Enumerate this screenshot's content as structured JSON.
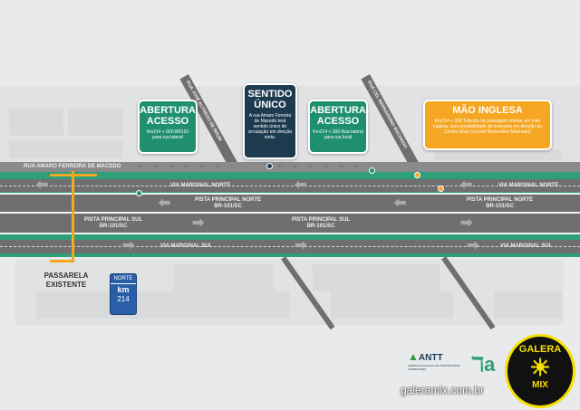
{
  "streets": {
    "rua_amaro": "RUA AMARO FERREIRA DE MACEDO",
    "rua_jose": "RUA JOSÉ ALFREDO DE BRUM",
    "rua_cel": "RUA CEL BERNARDINO MACHADO"
  },
  "roads": {
    "via_marginal_norte": "VIA MARGINAL NORTE",
    "pista_norte": "PISTA PRINCIPAL NORTE",
    "pista_sul": "PISTA PRINCIPAL SUL",
    "br": "BR-101/SC",
    "via_marginal_sul": "VIA MARGINAL SUL"
  },
  "callouts": [
    {
      "title": "ABERTURA ACESSO",
      "text": "Km214 + 000 BR101 para rua lateral",
      "color": "#1f8f6e"
    },
    {
      "title": "SENTIDO ÚNICO",
      "text": "A rua Amaro Ferreira de Macedo terá sentido único de circulação em direção norte.",
      "color": "#1d3b4f"
    },
    {
      "title": "ABERTURA ACESSO",
      "text": "Km214 + 300 Rua lateral para rua local",
      "color": "#1f8f6e"
    },
    {
      "title": "MÃO INGLESA",
      "text": "Km214 + 300 Trânsito na passagem inferior em mão inglesa, sem possibilidade de travessia em direção ao Centro (Rua Coronel Bernardino Machado)",
      "color": "#f5a623"
    }
  ],
  "passarela": "PASSARELA EXISTENTE",
  "sign": {
    "dir": "NORTE",
    "km": "km",
    "num": "214"
  },
  "logos": {
    "antt": "ANTT",
    "antt_sub": "AGÊNCIA NACIONAL DE TRANSPORTES TERRESTRES",
    "watermark": "galeramix.com.br",
    "galera": "GALERA",
    "mix": "MIX"
  }
}
